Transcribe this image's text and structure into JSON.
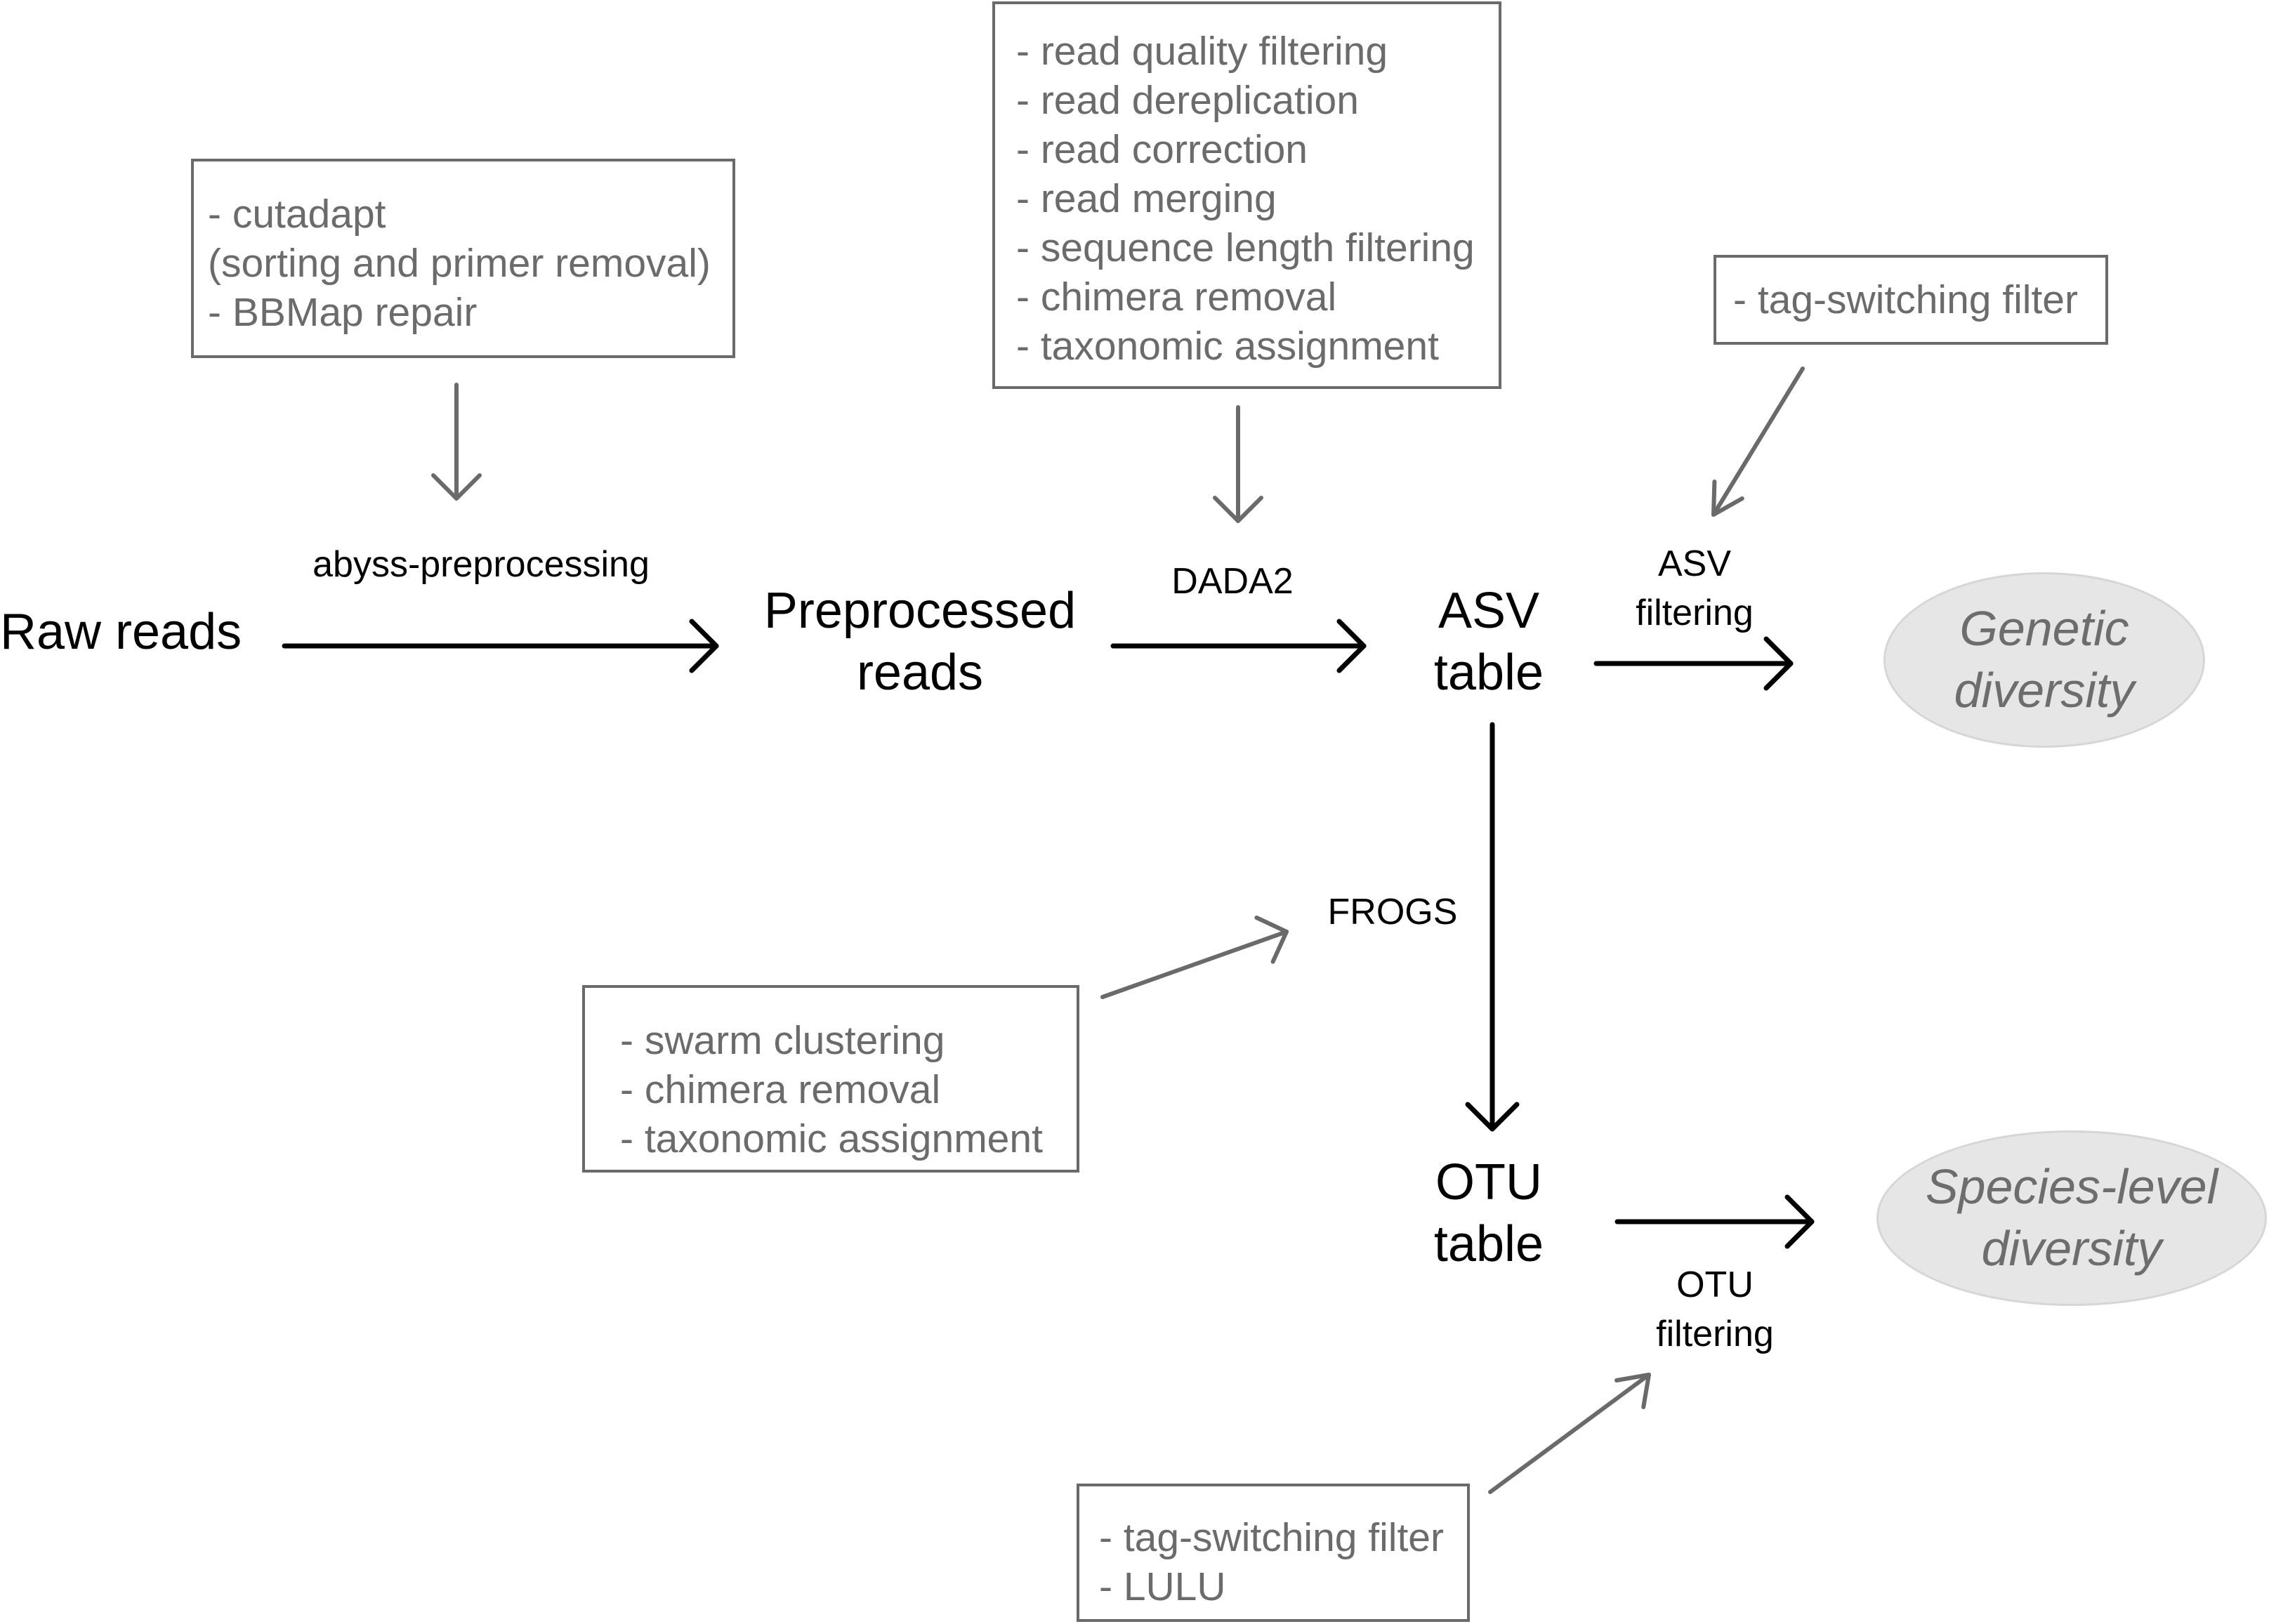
{
  "nodes": {
    "raw_reads": "Raw reads",
    "preprocessed_reads": [
      "Preprocessed",
      "reads"
    ],
    "asv_table": [
      "ASV",
      "table"
    ],
    "otu_table": [
      "OTU",
      "table"
    ]
  },
  "outcomes": {
    "genetic": [
      "Genetic",
      "diversity"
    ],
    "species": [
      "Species-level",
      "diversity"
    ]
  },
  "steps": {
    "abyss": "abyss-preprocessing",
    "dada2": "DADA2",
    "asv_filtering": [
      "ASV",
      "filtering"
    ],
    "frogs": "FROGS",
    "otu_filtering": [
      "OTU",
      "filtering"
    ]
  },
  "boxes": {
    "preprocessing": [
      "- cutadapt",
      "(sorting and primer removal)",
      "- BBMap repair"
    ],
    "dada2": [
      "- read quality filtering",
      "- read dereplication",
      "- read correction",
      "- read merging",
      "- sequence length filtering",
      "- chimera removal",
      "- taxonomic assignment"
    ],
    "tag_filter": [
      "- tag-switching filter"
    ],
    "frogs": [
      "- swarm clustering",
      "- chimera removal",
      "- taxonomic assignment"
    ],
    "otu_filter": [
      "- tag-switching filter",
      "- LULU"
    ]
  },
  "colors": {
    "main_arrow": "#000000",
    "side_arrow": "#6a6a6a",
    "box_border": "#6a6a6a",
    "box_text": "#6b6b6b",
    "ellipse_fill": "#e6e6e6"
  }
}
